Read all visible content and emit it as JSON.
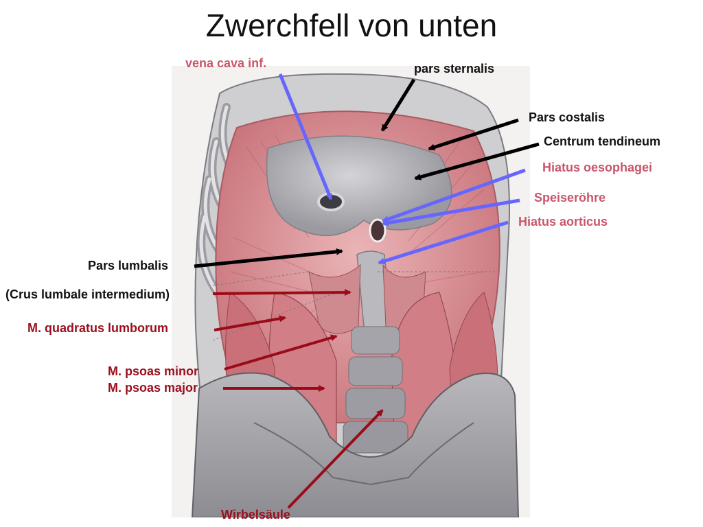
{
  "title": "Zwerchfell von unten",
  "colors": {
    "label_black": "#111111",
    "label_pink": "#c8566a",
    "label_darkred": "#9b0f1c",
    "arrow_black": "#000000",
    "arrow_blue": "#6666ff",
    "arrow_darkred": "#9b0a18",
    "muscle": "#d98a8f",
    "tendon": "#a9a9ad",
    "rib": "#cfcfd2"
  },
  "labels": {
    "vena_cava": "vena cava inf.",
    "pars_sternalis": "pars sternalis",
    "pars_costalis": "Pars costalis",
    "centrum_tendineum": "Centrum tendineum",
    "hiatus_oesophagei": "Hiatus oesophagei",
    "speiseroehre": "Speiseröhre",
    "hiatus_aorticus": "Hiatus aorticus",
    "pars_lumbalis": "Pars lumbalis",
    "crus_lumbale": "(Crus lumbale intermedium)",
    "quadratus": "M. quadratus lumborum",
    "psoas_minor": "M. psoas minor",
    "psoas_major": "M. psoas major",
    "wirbelsaeule": "Wirbelsäule"
  }
}
